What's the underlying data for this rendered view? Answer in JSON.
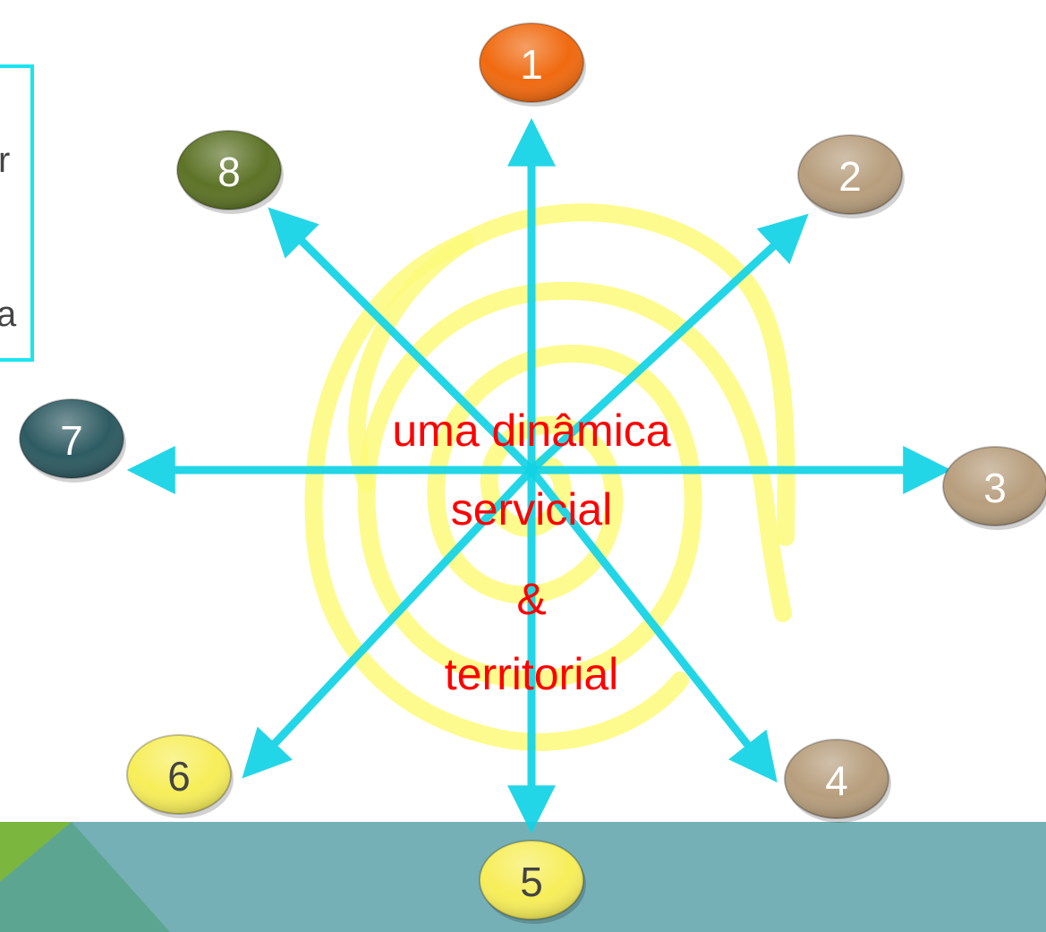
{
  "nodes": [
    {
      "label": "1",
      "color": "#f06a10",
      "text_color": "#ffffff"
    },
    {
      "label": "2",
      "color": "#b79e7d",
      "text_color": "#ffffff"
    },
    {
      "label": "3",
      "color": "#b79e7d",
      "text_color": "#ffffff"
    },
    {
      "label": "4",
      "color": "#b79e7d",
      "text_color": "#ffffff"
    },
    {
      "label": "5",
      "color": "#f7ee5a",
      "text_color": "#444444"
    },
    {
      "label": "6",
      "color": "#f7ee5a",
      "text_color": "#444444"
    },
    {
      "label": "7",
      "color": "#2e5b62",
      "text_color": "#ffffff"
    },
    {
      "label": "8",
      "color": "#5d7327",
      "text_color": "#ffffff"
    }
  ],
  "center": {
    "lines": [
      "uma dinâmica",
      "servicial",
      "&",
      "territorial"
    ],
    "color": "#ff0000"
  },
  "side_box": {
    "fragments": [
      "r",
      "a"
    ],
    "border_color": "#19e5f0"
  },
  "colors": {
    "arrow": "#11d3e6",
    "spiral": "#fdfa7a",
    "band": "#76b0b7",
    "band_green": "#7bb63f",
    "band_teal": "#5ca691"
  }
}
